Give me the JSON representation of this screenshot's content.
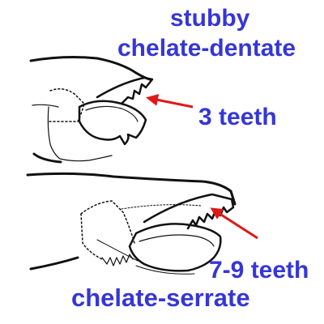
{
  "colors": {
    "label": "#3636d6",
    "arrow": "#e01818",
    "outline": "#111111",
    "background": "#ffffff"
  },
  "labels": {
    "top_line1": "stubby",
    "top_line2": "chelate-dentate",
    "top_teeth": "3 teeth",
    "bottom_teeth": "7-9 teeth",
    "bottom": "chelate-serrate"
  }
}
